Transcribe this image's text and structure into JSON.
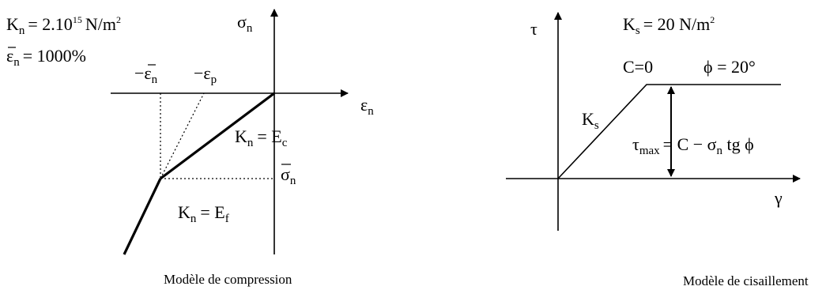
{
  "left": {
    "kn_label": "K",
    "kn_sub": "n",
    "kn_value": "= 2.10",
    "kn_exp": "15",
    "kn_unit": "N/m",
    "kn_unit_exp": "2",
    "eps_bar_label": "ε",
    "eps_bar_sub": "n",
    "eps_bar_value": "= 1000%",
    "sigma_axis": "σ",
    "sigma_axis_sub": "n",
    "eps_axis": "ε",
    "eps_axis_sub": "n",
    "neg_eps_bar": "−ε",
    "neg_eps_bar_sub": "n",
    "neg_eps_p": "−ε",
    "neg_eps_p_sub": "p",
    "kn_ec": "K",
    "kn_ec_sub": "n",
    "kn_ec_eq": "= E",
    "kn_ec_eq_sub": "c",
    "sigma_bar": "σ",
    "sigma_bar_sub": "n",
    "kn_ef": "K",
    "kn_ef_sub": "n",
    "kn_ef_eq": "= E",
    "kn_ef_eq_sub": "f",
    "caption": "Modèle de compression"
  },
  "right": {
    "tau_axis": "τ",
    "gamma_axis": "γ",
    "ks_label": "K",
    "ks_sub": "s",
    "ks_value": "= 20 N/m",
    "ks_exp": "2",
    "c_label": "C=0",
    "phi_label": "ϕ = 20°",
    "ks_slope": "K",
    "ks_slope_sub": "s",
    "tau_max": "τ",
    "tau_max_sub": "max",
    "tau_max_eq": "= C − σ",
    "tau_max_eq_sub": "n",
    "tau_max_tail": " tg ϕ",
    "caption": "Modèle de cisaillement"
  }
}
